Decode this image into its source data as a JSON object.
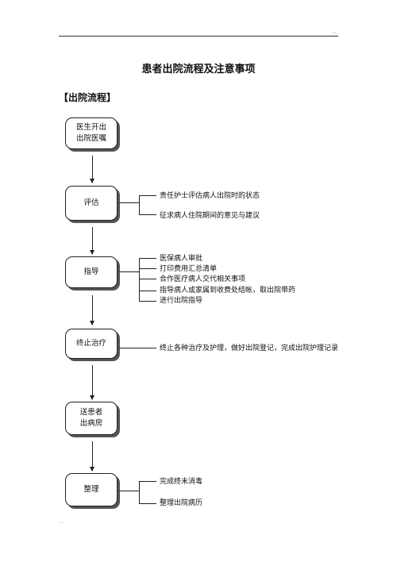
{
  "header": {
    "mark": ".."
  },
  "title": "患者出院流程及注意事项",
  "section": "【出院流程】",
  "steps": {
    "s1": [
      "医生开出",
      "出院医嘱"
    ],
    "s2": [
      "评估"
    ],
    "s3": [
      "指导"
    ],
    "s4": [
      "终止治疗"
    ],
    "s5": [
      "送患者",
      "出病房"
    ],
    "s6": [
      "整理"
    ]
  },
  "notes": {
    "eval": [
      "责任护士评估病人出院时的状态",
      "征求病人住院期间的意见与建议"
    ],
    "guide": [
      "医保病人审批",
      "打印费用汇总清单",
      "合作医疗病人交代相关事项",
      "指导病人或家属到收费处结帐，取出院带药",
      "进行出院指导"
    ],
    "stop": [
      "终止各种治疗及护理，做好出院登记，完成出院护理记录"
    ],
    "tidy": [
      "完成终末消毒",
      "整理出院病历"
    ]
  },
  "footer": {
    "mark": ". ."
  }
}
